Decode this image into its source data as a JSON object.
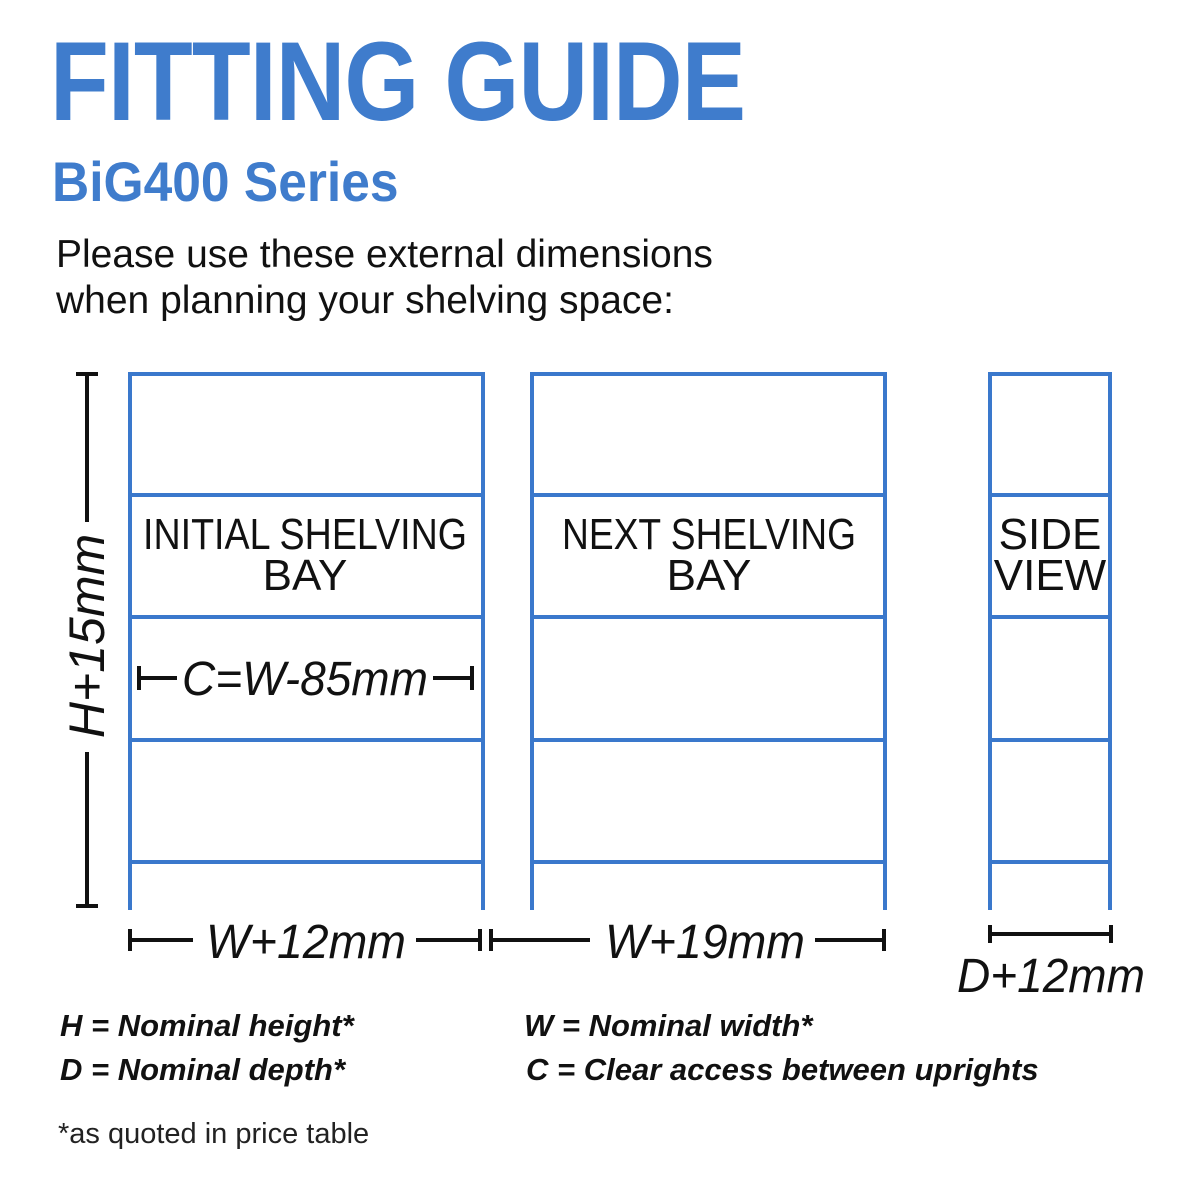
{
  "header": {
    "title": "FITTING GUIDE",
    "subtitle": "BiG400 Series",
    "intro_line_1": "Please use these external dimensions",
    "intro_line_2": "when planning your shelving space:"
  },
  "diagram": {
    "frame_color": "#3a78cc",
    "bays": [
      {
        "label_line_1": "INITIAL SHELVING",
        "label_line_2": "BAY"
      },
      {
        "label_line_1": "NEXT SHELVING",
        "label_line_2": "BAY"
      },
      {
        "label_line_1": "SIDE",
        "label_line_2": "VIEW"
      }
    ],
    "height_dimension": "H+15mm",
    "clear_access_dimension": "C=W-85mm",
    "initial_width_dimension": "W+12mm",
    "next_width_dimension": "W+19mm",
    "depth_dimension": "D+12mm"
  },
  "legend": {
    "height": "H = Nominal height*",
    "depth": "D = Nominal depth*",
    "width": "W = Nominal width*",
    "clear_access": "C = Clear access between uprights"
  },
  "footnote": "*as quoted in price table"
}
